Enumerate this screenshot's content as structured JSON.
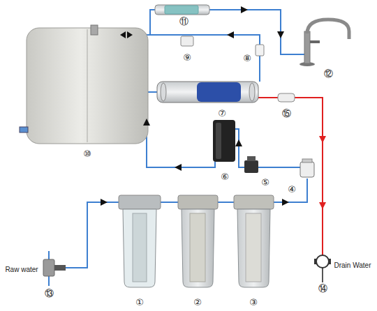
{
  "diagram": {
    "labels": [
      "⑪",
      "⑫",
      "⑨",
      "⑧",
      "⑩",
      "⑦",
      "⑮",
      "⑥",
      "④",
      "⑤",
      "Raw water",
      "⑬",
      "⑭",
      "Drain Water",
      "①",
      "②",
      "③"
    ]
  }
}
